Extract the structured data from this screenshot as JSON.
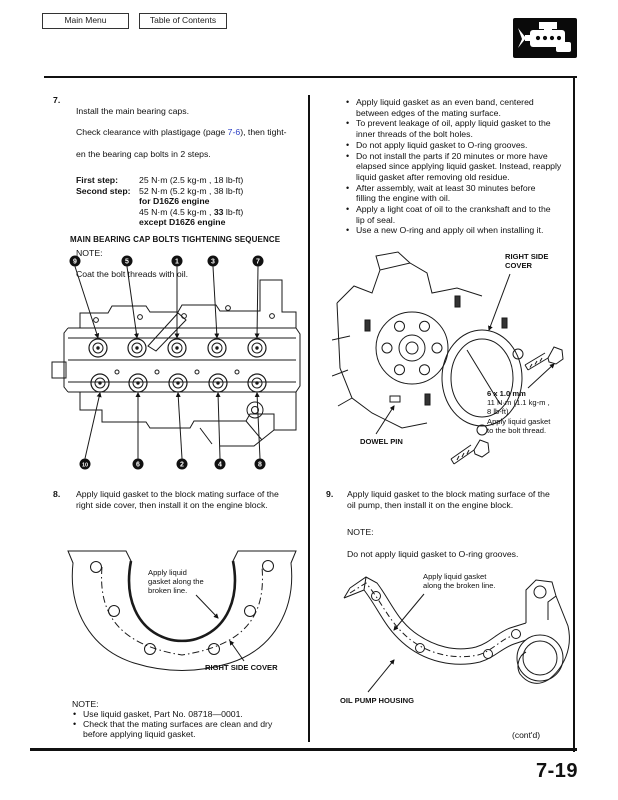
{
  "toolbar": {
    "main_menu": "Main Menu",
    "toc": "Table of Contents"
  },
  "page": {
    "number": "7-19",
    "contd": "(cont'd)"
  },
  "step7": {
    "num": "7.",
    "line1": "Install the main bearing caps.",
    "line2_pre": "Check clearance with plastigage (page ",
    "line2_link": "7-6",
    "line2_post": "), then tight-",
    "line3": "en the bearing cap bolts in 2 steps.",
    "first_label": "First step:",
    "first_value": "25 N·m (2.5 kg-m , 18 lb-ft)",
    "second_label": "Second step:",
    "second_value": "52 N·m (5.2 kg-m , 38 lb-ft)",
    "second_engine": "for D16Z6 engine",
    "alt_pre": "45 N·m (4.5 kg-m , ",
    "alt_bold": "33",
    "alt_post": " lb-ft)",
    "alt_engine": "except D16Z6 engine",
    "note_label": "NOTE:",
    "note_text": "Coat the bolt threads with oil."
  },
  "seq_diagram": {
    "title": "MAIN BEARING CAP BOLTS TIGHTENING SEQUENCE",
    "top_numbers": [
      "9",
      "5",
      "1",
      "3",
      "7"
    ],
    "bottom_numbers": [
      "10",
      "6",
      "2",
      "4",
      "8"
    ]
  },
  "bullets": [
    "Apply liquid gasket as an even band, centered\nbetween edges of the mating surface.",
    "To prevent leakage of oil, apply liquid gasket to the\ninner threads of the bolt holes.",
    "Do not apply liquid gasket to O-ring grooves.",
    "Do not install the parts if 20 minutes or more have\nelapsed since applying liquid gasket. Instead, reapply\nliquid gasket after removing old residue.",
    "After assembly, wait at least 30 minutes before\nfilling the engine with oil.",
    "Apply a light coat of oil to the crankshaft and to the\nlip of seal.",
    "Use a new O-ring and apply oil when installing it."
  ],
  "cover_diagram": {
    "right_side_cover": "RIGHT SIDE\nCOVER",
    "bolt_size": "6 x 1.0 mm",
    "bolt_rest": "11 N·m (1.1 kg-m ,\n8 lb-ft)\nApply liquid gasket\nto the bolt thread.",
    "dowel_pin": "DOWEL PIN"
  },
  "step8": {
    "num": "8.",
    "text": "Apply liquid gasket to the block mating surface of the\nright side cover, then install it on the engine block.",
    "apply_label": "Apply liquid\ngasket along the\nbroken line.",
    "cover_label": "RIGHT SIDE COVER"
  },
  "step9": {
    "num": "9.",
    "text": "Apply liquid gasket to the block mating surface of the\noil pump, then install it on the engine block.",
    "note_label": "NOTE:",
    "note_text": "Do not apply liquid gasket to O-ring grooves.",
    "apply_label": "Apply liquid gasket\nalong the broken line.",
    "housing_label": "OIL PUMP HOUSING"
  },
  "bottom_note": {
    "label": "NOTE:",
    "items": [
      "Use liquid gasket, Part No. 08718—0001.",
      "Check that the mating surfaces are clean and dry\nbefore applying liquid gasket."
    ]
  }
}
